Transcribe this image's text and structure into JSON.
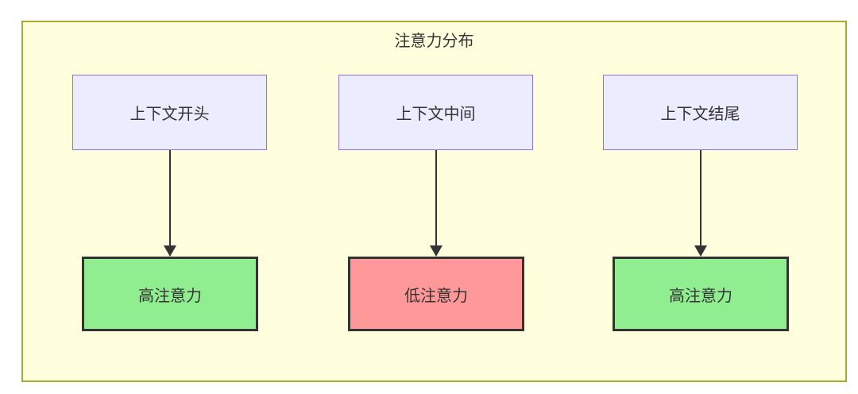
{
  "diagram": {
    "title": "注意力分布",
    "columns": [
      {
        "source": "上下文开头",
        "target": "高注意力",
        "target_type": "high"
      },
      {
        "source": "上下文中间",
        "target": "低注意力",
        "target_type": "low"
      },
      {
        "source": "上下文结尾",
        "target": "高注意力",
        "target_type": "high"
      }
    ],
    "colors": {
      "canvas_bg": "#FFFFFF",
      "container_bg": "#FFFFDE",
      "container_border": "#AAAA33",
      "source_node_bg": "#ECECFF",
      "source_node_border": "#9370DB",
      "high_attention_bg": "#90EE90",
      "low_attention_bg": "#FF9999",
      "target_node_border": "#333333",
      "arrow": "#333333",
      "text": "#333333"
    }
  }
}
